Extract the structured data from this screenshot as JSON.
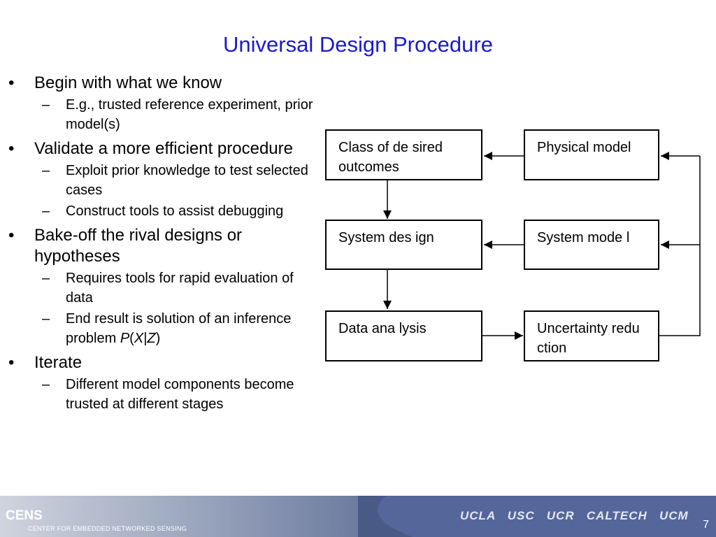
{
  "slide": {
    "title": "Universal Design Procedure",
    "page_number": "7"
  },
  "bullets": [
    {
      "text": "Begin with what we know",
      "subs": [
        "E.g., trusted reference experiment, prior model(s)"
      ]
    },
    {
      "text": "Validate a more efficient procedure",
      "subs": [
        "Exploit prior knowledge to test selected cases",
        "Construct tools to assist debugging"
      ]
    },
    {
      "text": "Bake-off the rival designs or hypotheses",
      "subs": [
        "Requires tools for rapid evaluation of data",
        "End result is solution of an inference problem"
      ]
    },
    {
      "text": "Iterate",
      "subs": [
        "Different model components become trusted at different stages"
      ]
    }
  ],
  "inference_formula": {
    "p": "P",
    "open": "(",
    "x": "X",
    "bar": "|",
    "z": "Z",
    "close": ")"
  },
  "diagram": {
    "boxes": {
      "class_of_outcomes": "Class of de sired outcomes",
      "physical_model": "Physical model",
      "system_design": "System des ign",
      "system_model": "System mode l",
      "data_analysis": "Data ana lysis",
      "uncertainty_reduction": "Uncertainty redu ction"
    }
  },
  "footer": {
    "logo": "CENS",
    "logo_subtitle": "CENTER FOR EMBEDDED NETWORKED SENSING",
    "schools": "UCLA   USC   UCR   CALTECH   UCM"
  }
}
